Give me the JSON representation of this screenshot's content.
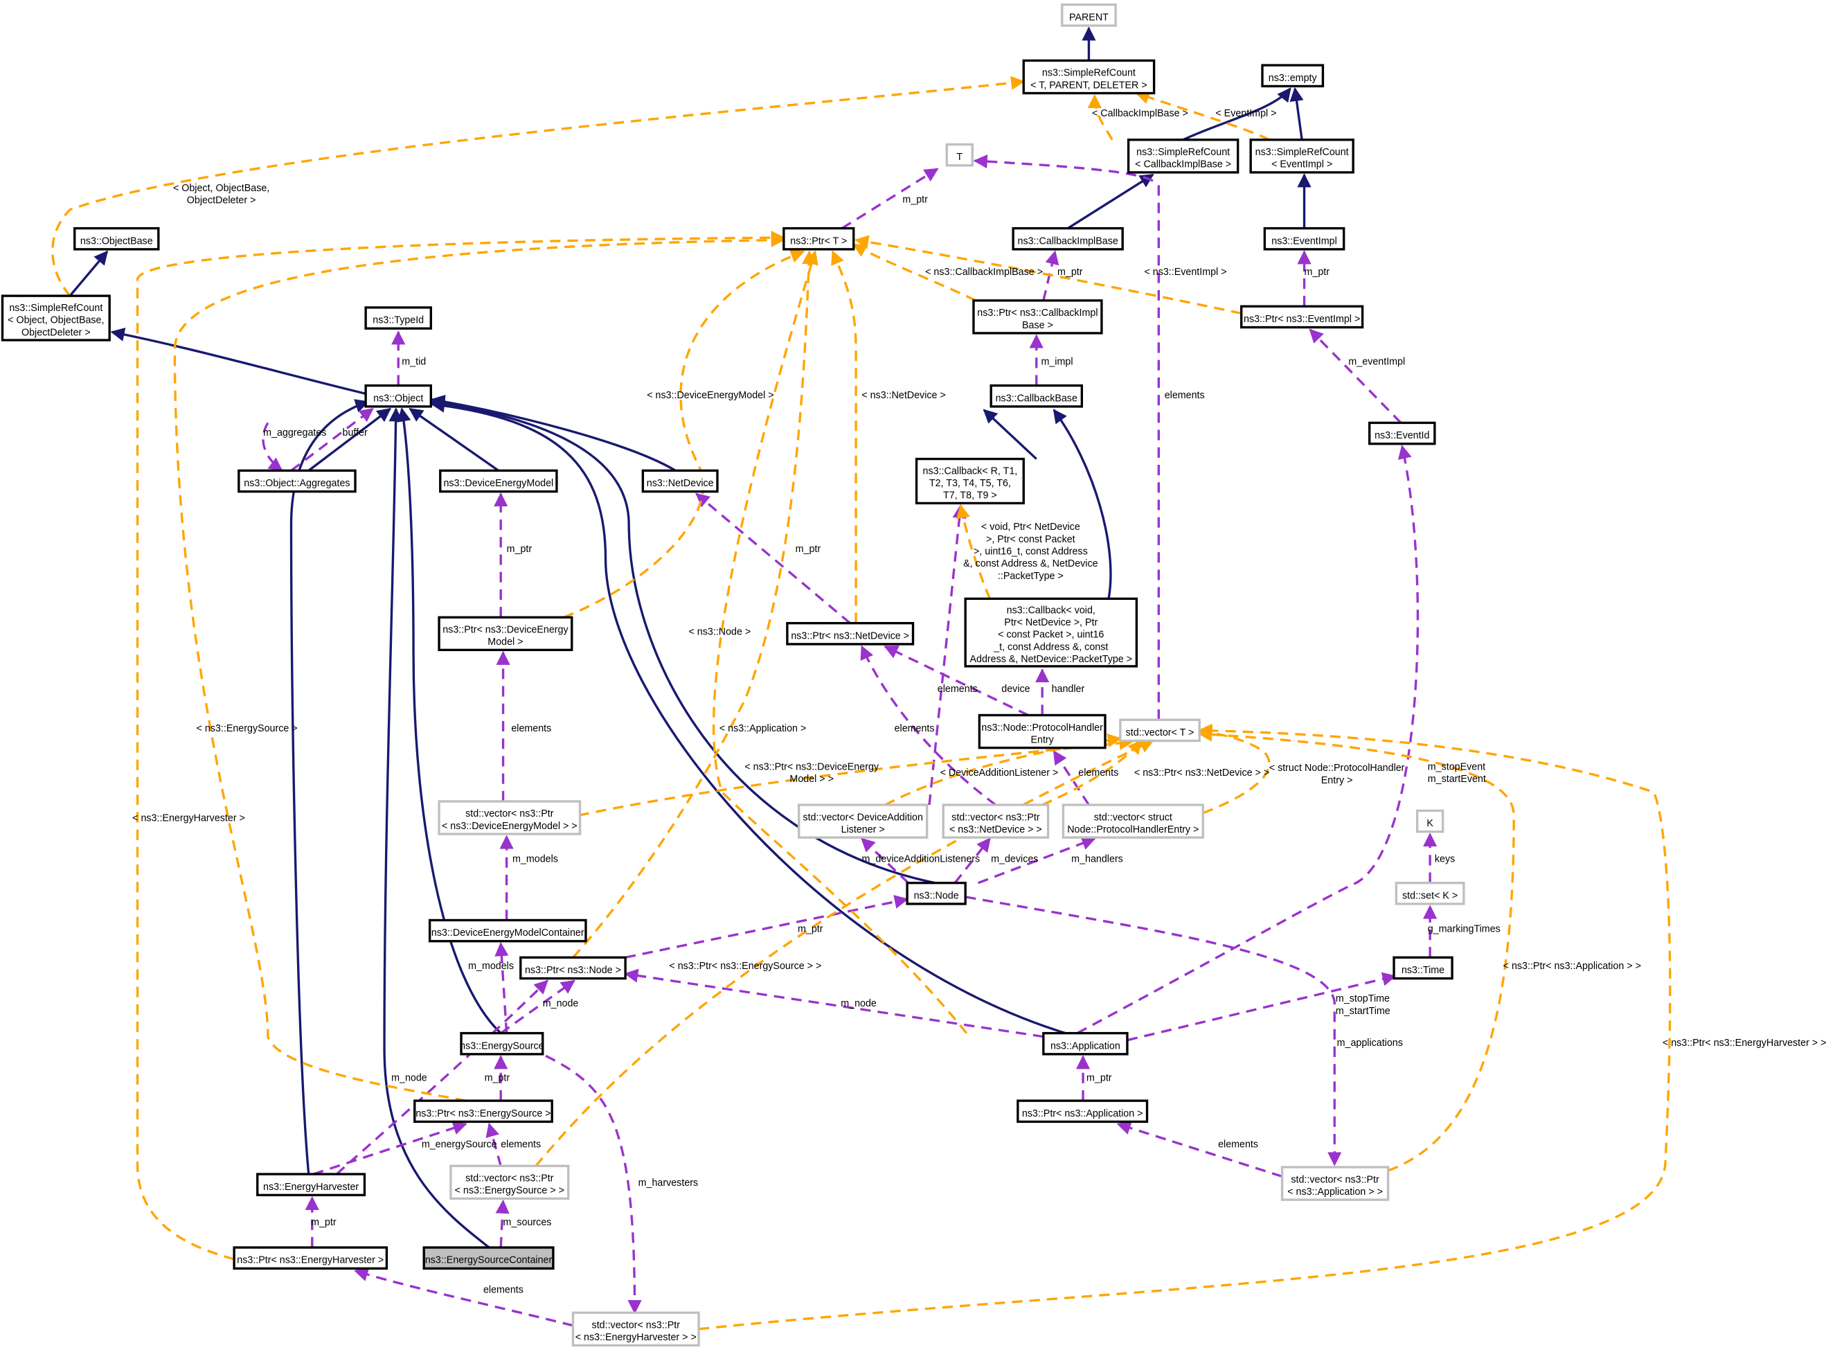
{
  "nodes": [
    {
      "id": "parent",
      "lines": [
        "PARENT"
      ],
      "style": "ghost"
    },
    {
      "id": "simplerefcount-tpd",
      "lines": [
        "ns3::SimpleRefCount",
        "< T, PARENT, DELETER >"
      ],
      "style": "normal"
    },
    {
      "id": "empty",
      "lines": [
        "ns3::empty"
      ],
      "style": "normal"
    },
    {
      "id": "t",
      "lines": [
        "T"
      ],
      "style": "ghost"
    },
    {
      "id": "src-callbackimplbase",
      "lines": [
        "ns3::SimpleRefCount",
        "< CallbackImplBase >"
      ],
      "style": "normal"
    },
    {
      "id": "src-eventimpl",
      "lines": [
        "ns3::SimpleRefCount",
        "< EventImpl >"
      ],
      "style": "normal"
    },
    {
      "id": "objectbase",
      "lines": [
        "ns3::ObjectBase"
      ],
      "style": "normal"
    },
    {
      "id": "ptr-t",
      "lines": [
        "ns3::Ptr< T >"
      ],
      "style": "normal"
    },
    {
      "id": "callbackimplbase",
      "lines": [
        "ns3::CallbackImplBase"
      ],
      "style": "normal"
    },
    {
      "id": "eventimpl",
      "lines": [
        "ns3::EventImpl"
      ],
      "style": "normal"
    },
    {
      "id": "src-object",
      "lines": [
        "ns3::SimpleRefCount",
        "< Object, ObjectBase,",
        "ObjectDeleter >"
      ],
      "style": "normal"
    },
    {
      "id": "typeid",
      "lines": [
        "ns3::TypeId"
      ],
      "style": "normal"
    },
    {
      "id": "ptr-callbackimplbase",
      "lines": [
        "ns3::Ptr< ns3::CallbackImpl",
        "Base >"
      ],
      "style": "normal"
    },
    {
      "id": "ptr-eventimpl",
      "lines": [
        "ns3::Ptr< ns3::EventImpl >"
      ],
      "style": "normal"
    },
    {
      "id": "object",
      "lines": [
        "ns3::Object"
      ],
      "style": "normal"
    },
    {
      "id": "callbackbase",
      "lines": [
        "ns3::CallbackBase"
      ],
      "style": "normal"
    },
    {
      "id": "eventid",
      "lines": [
        "ns3::EventId"
      ],
      "style": "normal"
    },
    {
      "id": "aggregates",
      "lines": [
        "ns3::Object::Aggregates"
      ],
      "style": "normal"
    },
    {
      "id": "deviceenergymodel",
      "lines": [
        "ns3::DeviceEnergyModel"
      ],
      "style": "normal"
    },
    {
      "id": "netdevice",
      "lines": [
        "ns3::NetDevice"
      ],
      "style": "normal"
    },
    {
      "id": "callback-generic",
      "lines": [
        "ns3::Callback< R, T1,",
        "T2, T3, T4, T5, T6,",
        "T7, T8, T9 >"
      ],
      "style": "normal"
    },
    {
      "id": "callback-void",
      "lines": [
        "ns3::Callback< void,",
        "Ptr< NetDevice >, Ptr",
        "< const Packet >, uint16",
        "_t, const Address &, const",
        "Address &, NetDevice::PacketType >"
      ],
      "style": "normal"
    },
    {
      "id": "ptr-deviceenergymodel",
      "lines": [
        "ns3::Ptr< ns3::DeviceEnergy",
        "Model >"
      ],
      "style": "normal"
    },
    {
      "id": "ptr-netdevice",
      "lines": [
        "ns3::Ptr< ns3::NetDevice >"
      ],
      "style": "normal"
    },
    {
      "id": "protocolhandlerentry",
      "lines": [
        "ns3::Node::ProtocolHandler",
        "Entry"
      ],
      "style": "normal"
    },
    {
      "id": "std-vector-t",
      "lines": [
        "std::vector< T >"
      ],
      "style": "ghost"
    },
    {
      "id": "vec-ptr-dem",
      "lines": [
        "std::vector< ns3::Ptr",
        "< ns3::DeviceEnergyModel > >"
      ],
      "style": "ghost"
    },
    {
      "id": "vec-dal",
      "lines": [
        "std::vector< DeviceAddition",
        "Listener >"
      ],
      "style": "ghost"
    },
    {
      "id": "vec-ptr-netdevice",
      "lines": [
        "std::vector< ns3::Ptr",
        "< ns3::NetDevice > >"
      ],
      "style": "ghost"
    },
    {
      "id": "vec-phe",
      "lines": [
        "std::vector< struct",
        "Node::ProtocolHandlerEntry >"
      ],
      "style": "ghost"
    },
    {
      "id": "k",
      "lines": [
        "K"
      ],
      "style": "ghost"
    },
    {
      "id": "set-k",
      "lines": [
        "std::set< K >"
      ],
      "style": "ghost"
    },
    {
      "id": "node",
      "lines": [
        "ns3::Node"
      ],
      "style": "normal"
    },
    {
      "id": "demcontainer",
      "lines": [
        "ns3::DeviceEnergyModelContainer"
      ],
      "style": "normal"
    },
    {
      "id": "ptr-node",
      "lines": [
        "ns3::Ptr< ns3::Node >"
      ],
      "style": "normal"
    },
    {
      "id": "time",
      "lines": [
        "ns3::Time"
      ],
      "style": "normal"
    },
    {
      "id": "energysource",
      "lines": [
        "ns3::EnergySource"
      ],
      "style": "normal"
    },
    {
      "id": "application",
      "lines": [
        "ns3::Application"
      ],
      "style": "normal"
    },
    {
      "id": "ptr-energysource",
      "lines": [
        "ns3::Ptr< ns3::EnergySource >"
      ],
      "style": "normal"
    },
    {
      "id": "ptr-application",
      "lines": [
        "ns3::Ptr< ns3::Application >"
      ],
      "style": "normal"
    },
    {
      "id": "energyharvester",
      "lines": [
        "ns3::EnergyHarvester"
      ],
      "style": "normal"
    },
    {
      "id": "vec-ptr-es",
      "lines": [
        "std::vector< ns3::Ptr",
        "< ns3::EnergySource > >"
      ],
      "style": "ghost"
    },
    {
      "id": "vec-ptr-app",
      "lines": [
        "std::vector< ns3::Ptr",
        "< ns3::Application > >"
      ],
      "style": "ghost"
    },
    {
      "id": "energysourcecontainer",
      "lines": [
        "ns3::EnergySourceContainer"
      ],
      "style": "focus"
    },
    {
      "id": "ptr-energyharvester",
      "lines": [
        "ns3::Ptr< ns3::EnergyHarvester >"
      ],
      "style": "normal"
    },
    {
      "id": "vec-ptr-eh",
      "lines": [
        "std::vector< ns3::Ptr",
        "< ns3::EnergyHarvester > >"
      ],
      "style": "ghost"
    }
  ],
  "edge_labels": [
    {
      "id": "l-cb-impl",
      "lines": [
        "< CallbackImplBase >"
      ]
    },
    {
      "id": "l-eventimpl-tpl",
      "lines": [
        "< EventImpl >"
      ]
    },
    {
      "id": "l-obj-tpl",
      "lines": [
        "< Object, ObjectBase,",
        "ObjectDeleter >"
      ]
    },
    {
      "id": "l-mptr-t",
      "lines": [
        "m_ptr"
      ]
    },
    {
      "id": "l-cbib-tpl",
      "lines": [
        "< ns3::CallbackImplBase >"
      ]
    },
    {
      "id": "l-mptr-cbib",
      "lines": [
        "m_ptr"
      ]
    },
    {
      "id": "l-evi-tpl",
      "lines": [
        "< ns3::EventImpl >"
      ]
    },
    {
      "id": "l-mptr-evi",
      "lines": [
        "m_ptr"
      ]
    },
    {
      "id": "l-mtid",
      "lines": [
        "m_tid"
      ]
    },
    {
      "id": "l-mimpl",
      "lines": [
        "m_impl"
      ]
    },
    {
      "id": "l-elements-t",
      "lines": [
        "elements"
      ]
    },
    {
      "id": "l-meventimpl",
      "lines": [
        "m_eventImpl"
      ]
    },
    {
      "id": "l-maggregates",
      "lines": [
        "m_aggregates"
      ]
    },
    {
      "id": "l-buffer",
      "lines": [
        "buffer"
      ]
    },
    {
      "id": "l-dem-tpl",
      "lines": [
        "< ns3::DeviceEnergyModel >"
      ]
    },
    {
      "id": "l-nd-tpl",
      "lines": [
        "< ns3::NetDevice >"
      ]
    },
    {
      "id": "l-mptr-dem",
      "lines": [
        "m_ptr"
      ]
    },
    {
      "id": "l-mptr-nd",
      "lines": [
        "m_ptr"
      ]
    },
    {
      "id": "l-cb-void-tpl",
      "lines": [
        "< void, Ptr< NetDevice",
        ">, Ptr< const Packet",
        ">, uint16_t, const Address",
        "&, const Address &, NetDevice",
        "::PacketType >"
      ]
    },
    {
      "id": "l-node-tpl",
      "lines": [
        "< ns3::Node >"
      ]
    },
    {
      "id": "l-es-tpl",
      "lines": [
        "< ns3::EnergySource >"
      ]
    },
    {
      "id": "l-elements-dem",
      "lines": [
        "elements"
      ]
    },
    {
      "id": "l-elements-cb",
      "lines": [
        "elements"
      ]
    },
    {
      "id": "l-device",
      "lines": [
        "device"
      ]
    },
    {
      "id": "l-handler",
      "lines": [
        "handler"
      ]
    },
    {
      "id": "l-app-tpl",
      "lines": [
        "< ns3::Application >"
      ]
    },
    {
      "id": "l-elements-nd",
      "lines": [
        "elements"
      ]
    },
    {
      "id": "l-ptr-dem-vec-tpl",
      "lines": [
        "< ns3::Ptr< ns3::DeviceEnergy",
        "Model > >"
      ]
    },
    {
      "id": "l-dal-tpl",
      "lines": [
        "< DeviceAdditionListener >"
      ]
    },
    {
      "id": "l-elements-phe",
      "lines": [
        "elements"
      ]
    },
    {
      "id": "l-ptr-nd-vec-tpl",
      "lines": [
        "< ns3::Ptr< ns3::NetDevice > >"
      ]
    },
    {
      "id": "l-phe-tpl",
      "lines": [
        "< struct Node::ProtocolHandler",
        "Entry >"
      ]
    },
    {
      "id": "l-stopstart-event",
      "lines": [
        "m_stopEvent",
        "m_startEvent"
      ]
    },
    {
      "id": "l-eh-tpl",
      "lines": [
        "< ns3::EnergyHarvester >"
      ]
    },
    {
      "id": "l-mmodels-vec",
      "lines": [
        "m_models"
      ]
    },
    {
      "id": "l-mdal",
      "lines": [
        "m_deviceAdditionListeners"
      ]
    },
    {
      "id": "l-mdevices",
      "lines": [
        "m_devices"
      ]
    },
    {
      "id": "l-mhandlers",
      "lines": [
        "m_handlers"
      ]
    },
    {
      "id": "l-keys",
      "lines": [
        "keys"
      ]
    },
    {
      "id": "l-mptr-node",
      "lines": [
        "m_ptr"
      ]
    },
    {
      "id": "l-gmarking",
      "lines": [
        "g_markingTimes"
      ]
    },
    {
      "id": "l-mmodels-es",
      "lines": [
        "m_models"
      ]
    },
    {
      "id": "l-ptr-es-vec-tpl",
      "lines": [
        "< ns3::Ptr< ns3::EnergySource > >"
      ]
    },
    {
      "id": "l-mnode-es",
      "lines": [
        "m_node"
      ]
    },
    {
      "id": "l-mnode-app",
      "lines": [
        "m_node"
      ]
    },
    {
      "id": "l-mtimes",
      "lines": [
        "m_stopTime",
        "m_startTime"
      ]
    },
    {
      "id": "l-mapplications",
      "lines": [
        "m_applications"
      ]
    },
    {
      "id": "l-ptr-app-vec-tpl",
      "lines": [
        "< ns3::Ptr< ns3::Application > >"
      ]
    },
    {
      "id": "l-ptr-eh-vec-tpl",
      "lines": [
        "< ns3::Ptr< ns3::EnergyHarvester > >"
      ]
    },
    {
      "id": "l-mnode-eh",
      "lines": [
        "m_node"
      ]
    },
    {
      "id": "l-mptr-es",
      "lines": [
        "m_ptr"
      ]
    },
    {
      "id": "l-mptr-app",
      "lines": [
        "m_ptr"
      ]
    },
    {
      "id": "l-menergysource",
      "lines": [
        "m_energySource"
      ]
    },
    {
      "id": "l-elements-es",
      "lines": [
        "elements"
      ]
    },
    {
      "id": "l-elements-app",
      "lines": [
        "elements"
      ]
    },
    {
      "id": "l-mharvesters",
      "lines": [
        "m_harvesters"
      ]
    },
    {
      "id": "l-mptr-eh",
      "lines": [
        "m_ptr"
      ]
    },
    {
      "id": "l-msources",
      "lines": [
        "m_sources"
      ]
    },
    {
      "id": "l-elements-eh",
      "lines": [
        "elements"
      ]
    }
  ],
  "legend_styles": {
    "inheritance_color": "#191970",
    "usage_color": "#9a32cd",
    "template_color": "#ffa500",
    "ghost_border_color": "#bfbfbf",
    "focus_fill_color": "#bfbfbf"
  }
}
